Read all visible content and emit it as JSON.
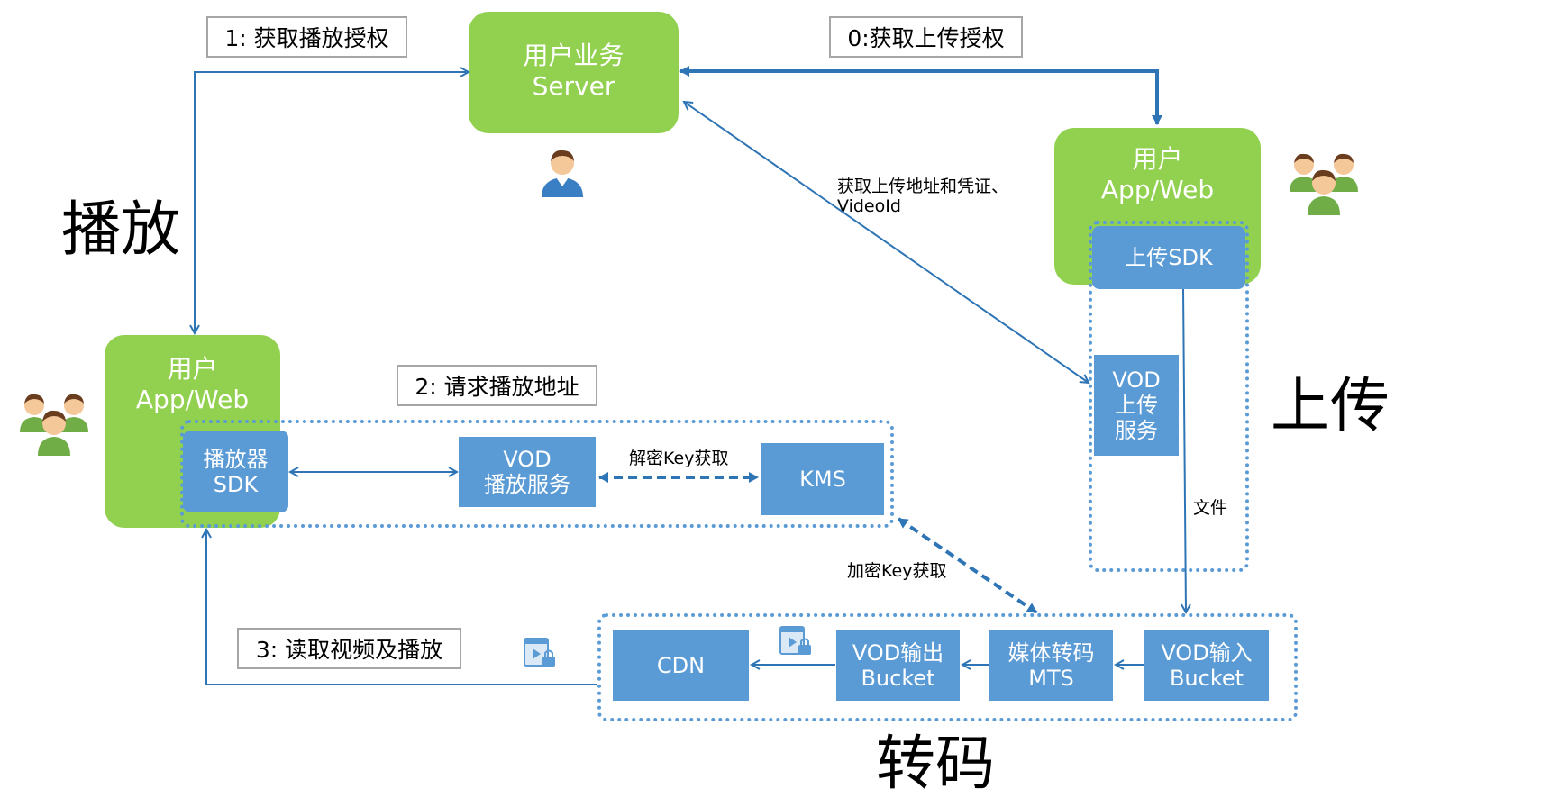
{
  "labels": {
    "get_play_auth": "1: 获取播放授权",
    "get_upload_auth": "0:获取上传授权",
    "request_play_url": "2: 请求播放地址",
    "read_video_play": "3: 读取视频及播放"
  },
  "nodes": {
    "server": [
      "用户业务",
      "Server"
    ],
    "app_upload": [
      "用户",
      "App/Web"
    ],
    "app_play": [
      "用户",
      "App/Web"
    ],
    "upload_sdk": "上传SDK",
    "vod_upload_service": [
      "VOD",
      "上传",
      "服务"
    ],
    "player_sdk": [
      "播放器",
      "SDK"
    ],
    "vod_play_service": [
      "VOD",
      "播放服务"
    ],
    "kms": "KMS",
    "cdn": "CDN",
    "vod_output_bucket": [
      "VOD输出",
      "Bucket"
    ],
    "mts": [
      "媒体转码",
      "MTS"
    ],
    "vod_input_bucket": [
      "VOD输入",
      "Bucket"
    ]
  },
  "edge_labels": {
    "upload_address": [
      "获取上传地址和凭证、",
      "VideoId"
    ],
    "decrypt_key": "解密Key获取",
    "encrypt_key": "加密Key获取",
    "file": "文件"
  },
  "sections": {
    "play": "播放",
    "upload": "上传",
    "transcode": "转码"
  },
  "colors": {
    "green": "#92d050",
    "blue": "#5b9bd5",
    "arrow": "#2e75b6"
  },
  "icons": [
    "single-user-icon",
    "user-group-icon",
    "encrypted-video-icon"
  ]
}
